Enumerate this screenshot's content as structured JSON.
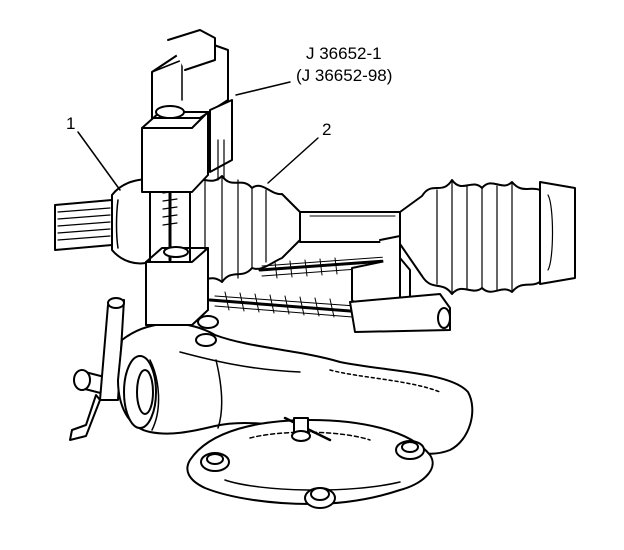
{
  "callouts": {
    "item1": "1",
    "item2": "2"
  },
  "tool": {
    "number": "J 36652-1",
    "alt_number": "(J 36652-98)"
  },
  "colors": {
    "ink": "#000000",
    "paper": "#ffffff"
  }
}
